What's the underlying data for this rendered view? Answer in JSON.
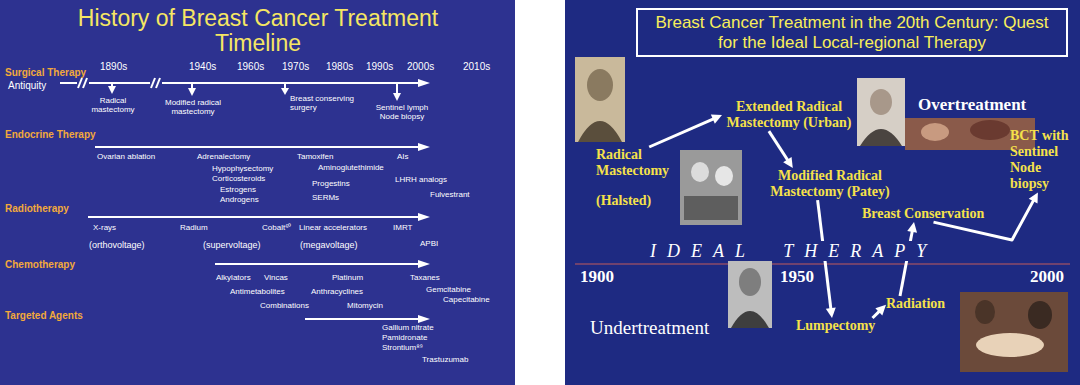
{
  "diagram": {
    "title": "History of Breast Cancer Treatment Timeline",
    "nodes": [
      {
        "text": [
          "Breast Cancer Treatment in the 20th Century: Quest for the Ideal Local-regional Therapy"
        ]
      },
      {
        "text": [
          "Radical Mastectomy",
          "(Halsted)"
        ]
      },
      {
        "text": [
          "Extended Radical Mastectomy (Urban)"
        ]
      },
      {
        "text": [
          "Modified Radical Mastectomy (Patey)"
        ]
      },
      {
        "text": [
          "Breast Conservation"
        ]
      },
      {
        "text": [
          "BCT with Sentinel Node biopsy"
        ]
      },
      {
        "text": [
          "Lumpectomy"
        ]
      },
      {
        "text": [
          "Radiation"
        ]
      }
    ],
    "edges": [
      {
        "from": 1,
        "to": 2,
        "arrow": "to"
      },
      {
        "from": 2,
        "to": 3,
        "arrow": "to"
      },
      {
        "from": 3,
        "to": 6,
        "arrow": "to"
      },
      {
        "from": 6,
        "to": 7,
        "arrow": "to"
      },
      {
        "from": 7,
        "to": 4,
        "arrow": "to"
      },
      {
        "from": 4,
        "to": 5,
        "arrow": "to"
      }
    ],
    "labels": [
      "Surgical Therapy",
      "Antiquity",
      "1890s",
      "1940s",
      "1960s",
      "1970s",
      "1980s",
      "1990s",
      "2000s",
      "2010s",
      "Radical mastectomy",
      "Modified radical mastectomy",
      "Breast conserving surgery",
      "Sentinel lymph Node biopsy",
      "Endocrine Therapy",
      "Ovarian ablation",
      "Adrenalectomy",
      "Hypophysectomy",
      "Corticosteroids",
      "Estrogens",
      "Androgens",
      "Tamoxifen",
      "Aminoglutethimide",
      "Progestins",
      "SERMs",
      "AIs",
      "LHRH analogs",
      "Fulvestrant",
      "Radiotherapy",
      "X-rays",
      "(orthovoltage)",
      "Radium",
      "(supervoltage)",
      "Cobalt⁶⁰",
      "Linear accelerators",
      "(megavoltage)",
      "IMRT",
      "APBI",
      "Chemotherapy",
      "Alkylators",
      "Vincas",
      "Antimetabolites",
      "Combinations",
      "Platinum",
      "Anthracyclines",
      "Mitomycin",
      "Taxanes",
      "Gemcitabine",
      "Capecitabine",
      "Targeted Agents",
      "Gallium nitrate",
      "Pamidronate",
      "Strontium⁸⁹",
      "Trastuzumab",
      "Overtreatment",
      "IDEAL THERAPY",
      "1900",
      "1950",
      "2000",
      "Undertreatment"
    ]
  }
}
